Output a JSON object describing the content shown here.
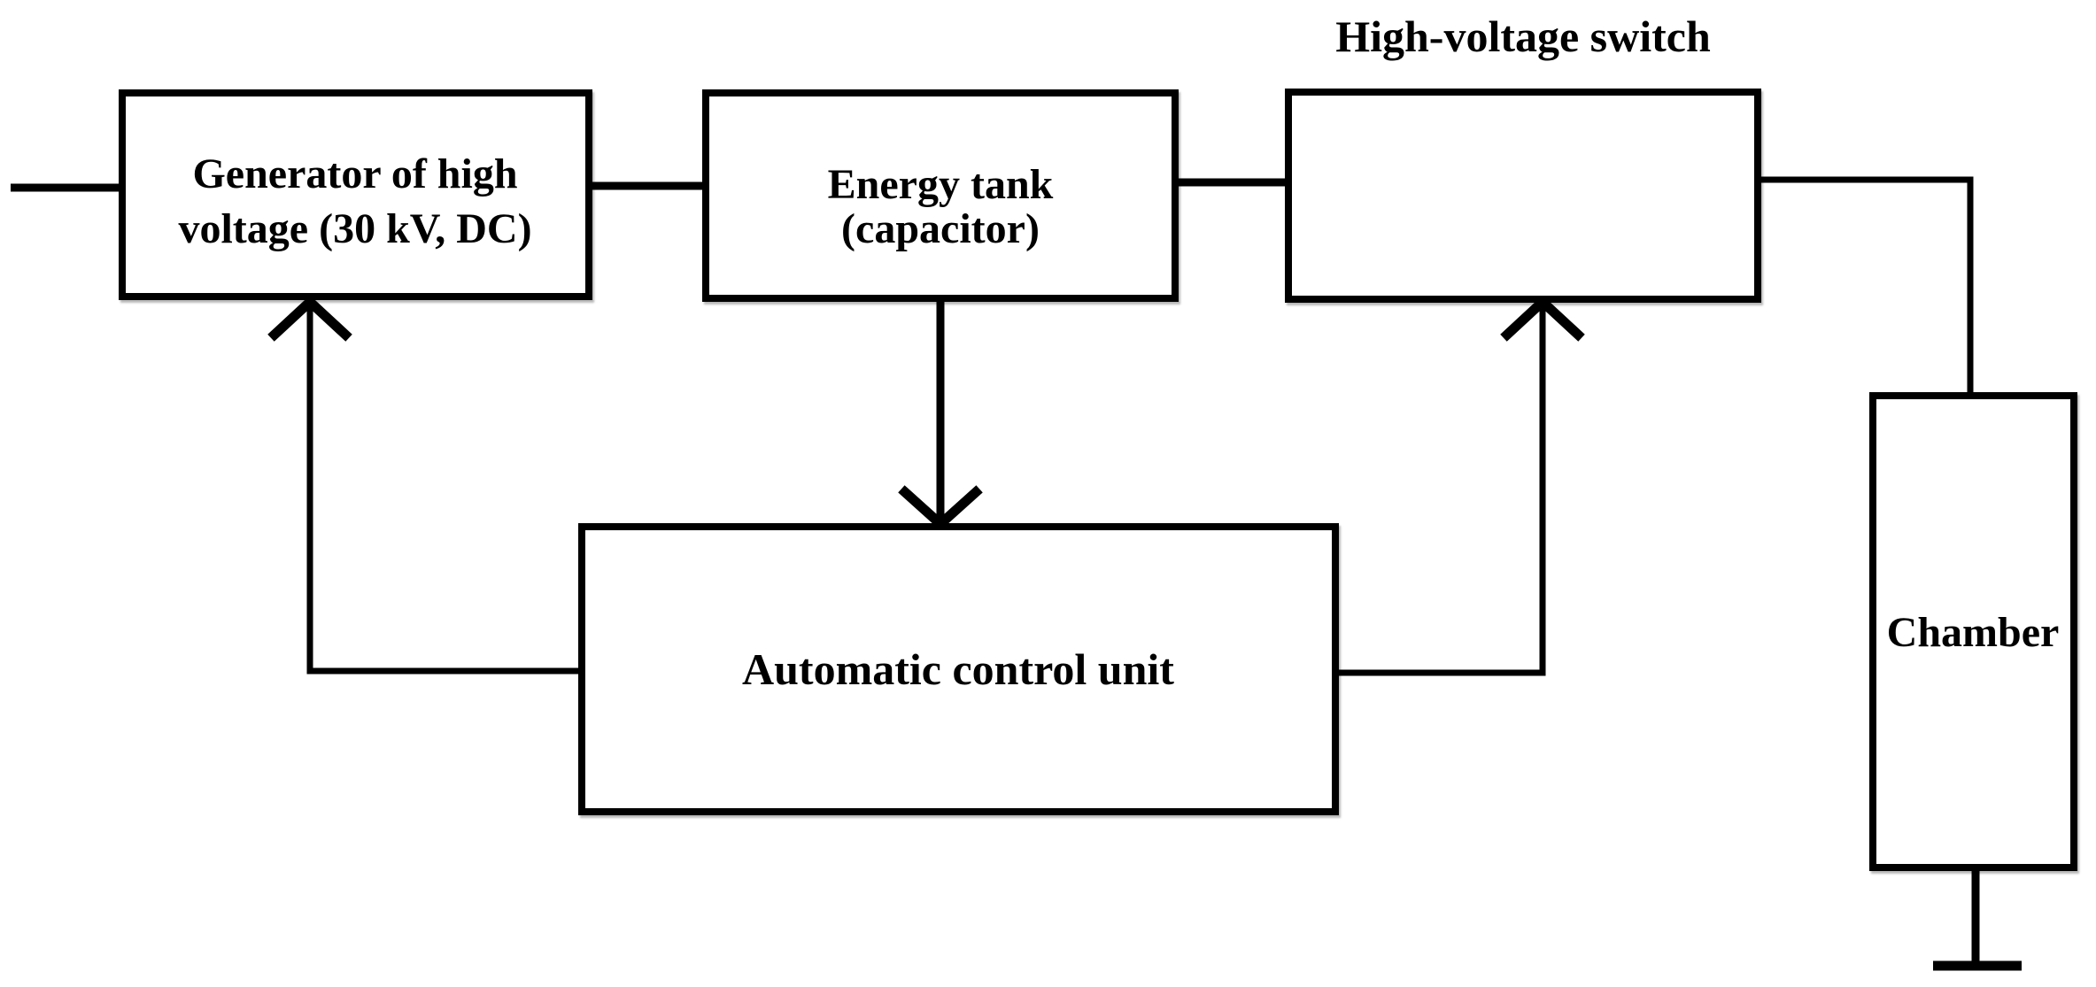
{
  "diagram": {
    "background_color": "#ffffff",
    "line_color": "#000000",
    "blocks": {
      "generator": {
        "label_line1": "Generator of high",
        "label_line2": "voltage (30 kV, DC)"
      },
      "energy_tank": {
        "label_line1": "Energy tank",
        "label_line2": "(capacitor)"
      },
      "hv_switch": {
        "label": "High-voltage switch"
      },
      "acu": {
        "label": "Automatic control unit"
      },
      "chamber": {
        "label": "Chamber"
      }
    }
  }
}
